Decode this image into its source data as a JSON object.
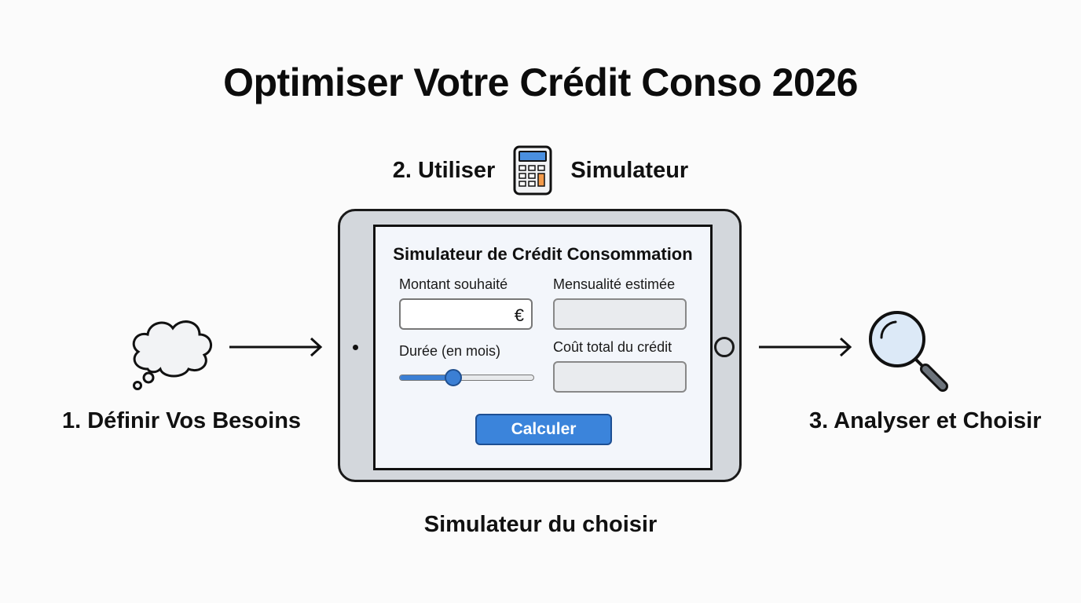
{
  "title": "Optimiser Votre Crédit Conso 2026",
  "steps": {
    "step1": "1. Définir Vos Besoins",
    "step2_prefix": "2. Utiliser",
    "step2_suffix": "Simulateur",
    "step3": "3. Analyser et Choisir"
  },
  "caption": "Simulateur du choisir",
  "simulator": {
    "title": "Simulateur de Crédit Consommation",
    "amount_label": "Montant souhaité",
    "amount_value": "",
    "currency_symbol": "€",
    "monthly_label": "Mensualité estimée",
    "monthly_value": "",
    "duration_label": "Durée (en mois)",
    "duration_level": 0.4,
    "total_cost_label": "Coût total du crédit",
    "total_cost_value": "",
    "calculate_button": "Calculer"
  },
  "icons": {
    "thought": "thought-bubble-icon",
    "calculator": "calculator-icon",
    "magnifier": "magnifying-glass-icon"
  },
  "colors": {
    "accent": "#3b84db",
    "tablet_frame": "#d3d7dc",
    "screen_bg": "#f3f6fb"
  }
}
